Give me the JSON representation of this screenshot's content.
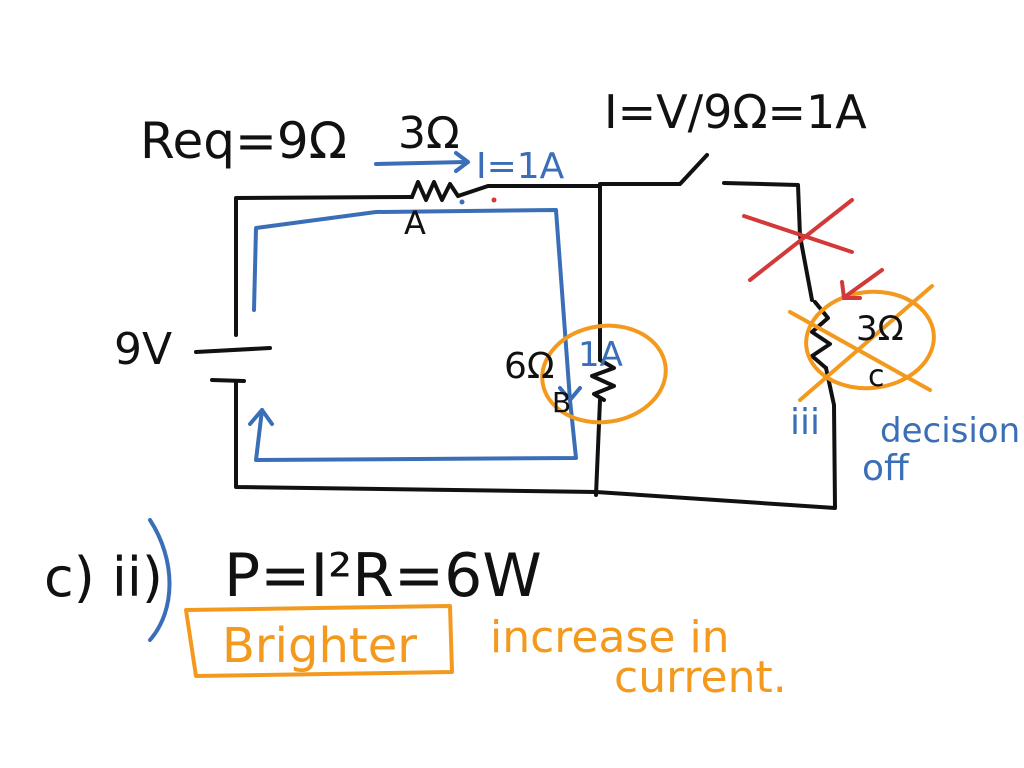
{
  "colors": {
    "ink": "#111111",
    "blue": "#3a6fb7",
    "orange": "#f39a1e",
    "red": "#d23a3a"
  },
  "labels": {
    "req": "Req=9Ω",
    "resistor_a_value": "3Ω",
    "current_arrow": "I=1A",
    "point_a": "A",
    "current_formula": "I=V/9Ω=1A",
    "battery": "9V",
    "resistor_b_value": "6Ω",
    "resistor_b_current": "1A",
    "point_b": "B",
    "resistor_c_value": "3Ω",
    "resistor_c_mark": "c",
    "part_mark": "iii",
    "switch_note_line1": "decision",
    "switch_note_line2": "off",
    "part_label": "c) ii)",
    "power_formula": "P=I²R=6W",
    "boxed_answer": "Brighter",
    "reason_line1": "increase in",
    "reason_line2": "current."
  }
}
